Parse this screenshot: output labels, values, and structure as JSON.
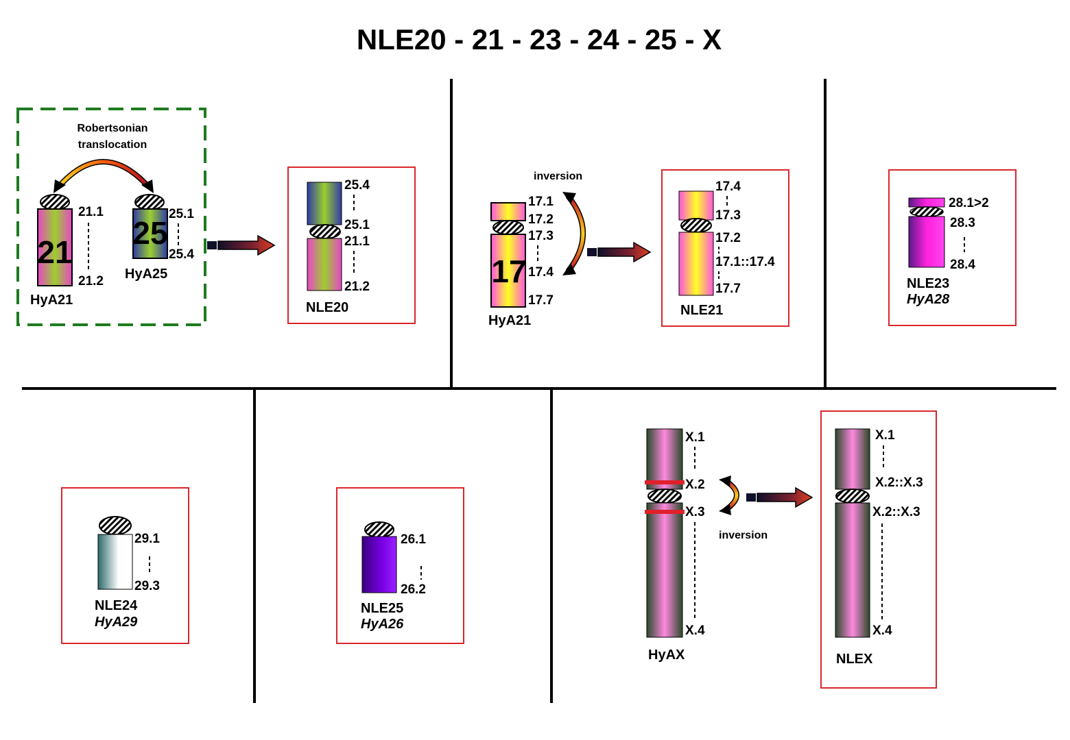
{
  "title": "NLE20 - 21 - 23 - 24 - 25 - X",
  "panel_nle20": {
    "process_label": "Robertsonian\ntranslocation",
    "left_chrom": {
      "number": "21",
      "name": "HyA21",
      "band_top": "21.1",
      "band_bottom": "21.2"
    },
    "right_chrom": {
      "number": "25",
      "name": "HyA25",
      "band_top": "25.1",
      "band_bottom": "25.4"
    },
    "result": {
      "name": "NLE20",
      "bands": [
        "25.4",
        "25.1",
        "21.1",
        "21.2"
      ]
    }
  },
  "panel_nle21": {
    "process_label": "inversion",
    "source": {
      "number": "17",
      "name": "HyA21",
      "bands": [
        "17.1",
        "17.2",
        "17.3",
        "17.4",
        "17.7"
      ]
    },
    "result": {
      "name": "NLE21",
      "bands": [
        "17.4",
        "17.3",
        "17.2",
        "17.1::17.4",
        "17.7"
      ]
    }
  },
  "panel_nle23": {
    "name": "NLE23",
    "hya": "HyA28",
    "bands": [
      "28.1>2",
      "28.3",
      "28.4"
    ]
  },
  "panel_nle24": {
    "name": "NLE24",
    "hya": "HyA29",
    "bands": [
      "29.1",
      "29.3"
    ]
  },
  "panel_nle25": {
    "name": "NLE25",
    "hya": "HyA26",
    "bands": [
      "26.1",
      "26.2"
    ]
  },
  "panel_nlex": {
    "process_label": "inversion",
    "source": {
      "name": "HyAX",
      "bands": [
        "X.1",
        "X.2",
        "X.3",
        "X.4"
      ]
    },
    "result": {
      "name": "NLEX",
      "bands": [
        "X.1",
        "X.2::X.3",
        "X.2::X.3",
        "X.4"
      ]
    }
  },
  "colors": {
    "frame_red": "#d9262b",
    "dashed_green": "#1f7a1f",
    "divider": "#000000",
    "magenta": "#e845c8",
    "yellow_green": "#9bcf2e",
    "blue": "#2f3aa8",
    "yellow": "#ffff22",
    "pink": "#ff88e0",
    "dark_green": "#2a4a2a",
    "purple": "#7a00e6",
    "teal": "#2d6a6a",
    "band_red": "#e0202a"
  }
}
